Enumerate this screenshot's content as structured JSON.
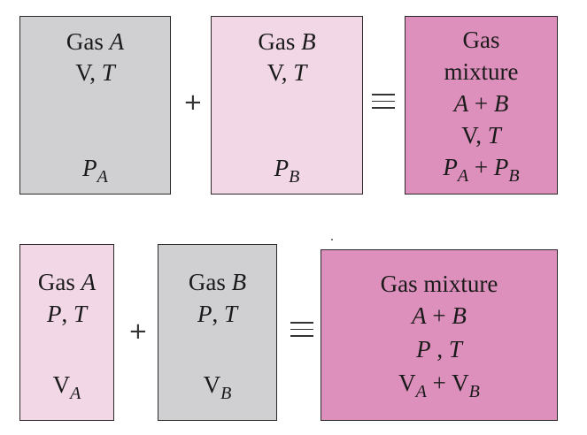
{
  "top_row": {
    "gas_a": {
      "title_prefix": "Gas ",
      "title_var": "A",
      "conds_v": "V",
      "conds_sep": ", ",
      "conds_t": "T",
      "result_var": "P",
      "result_sub": "A"
    },
    "plus": "+",
    "gas_b": {
      "title_prefix": "Gas ",
      "title_var": "B",
      "conds_v": "V",
      "conds_sep": ", ",
      "conds_t": "T",
      "result_var": "P",
      "result_sub": "B"
    },
    "mixture": {
      "line1": "Gas",
      "line2": "mixture",
      "comp_a": "A",
      "comp_plus": " + ",
      "comp_b": "B",
      "conds_v": "V",
      "conds_sep": ", ",
      "conds_t": "T",
      "res_p1": "P",
      "res_sub1": "A",
      "res_plus": " + ",
      "res_p2": "P",
      "res_sub2": "B"
    }
  },
  "bottom_row": {
    "gas_a": {
      "title_prefix": "Gas ",
      "title_var": "A",
      "conds_p": "P",
      "conds_sep": ", ",
      "conds_t": "T",
      "result_var": "V",
      "result_sub": "A"
    },
    "plus": "+",
    "gas_b": {
      "title_prefix": "Gas ",
      "title_var": "B",
      "conds_p": "P",
      "conds_sep": ", ",
      "conds_t": "T",
      "result_var": "V",
      "result_sub": "B"
    },
    "mixture": {
      "line1": "Gas mixture",
      "comp_a": "A",
      "comp_plus": " + ",
      "comp_b": "B",
      "conds_p": "P",
      "conds_sep": " , ",
      "conds_t": "T",
      "res_v1": "V",
      "res_sub1": "A",
      "res_plus": " + ",
      "res_v2": "V",
      "res_sub2": "B"
    }
  }
}
